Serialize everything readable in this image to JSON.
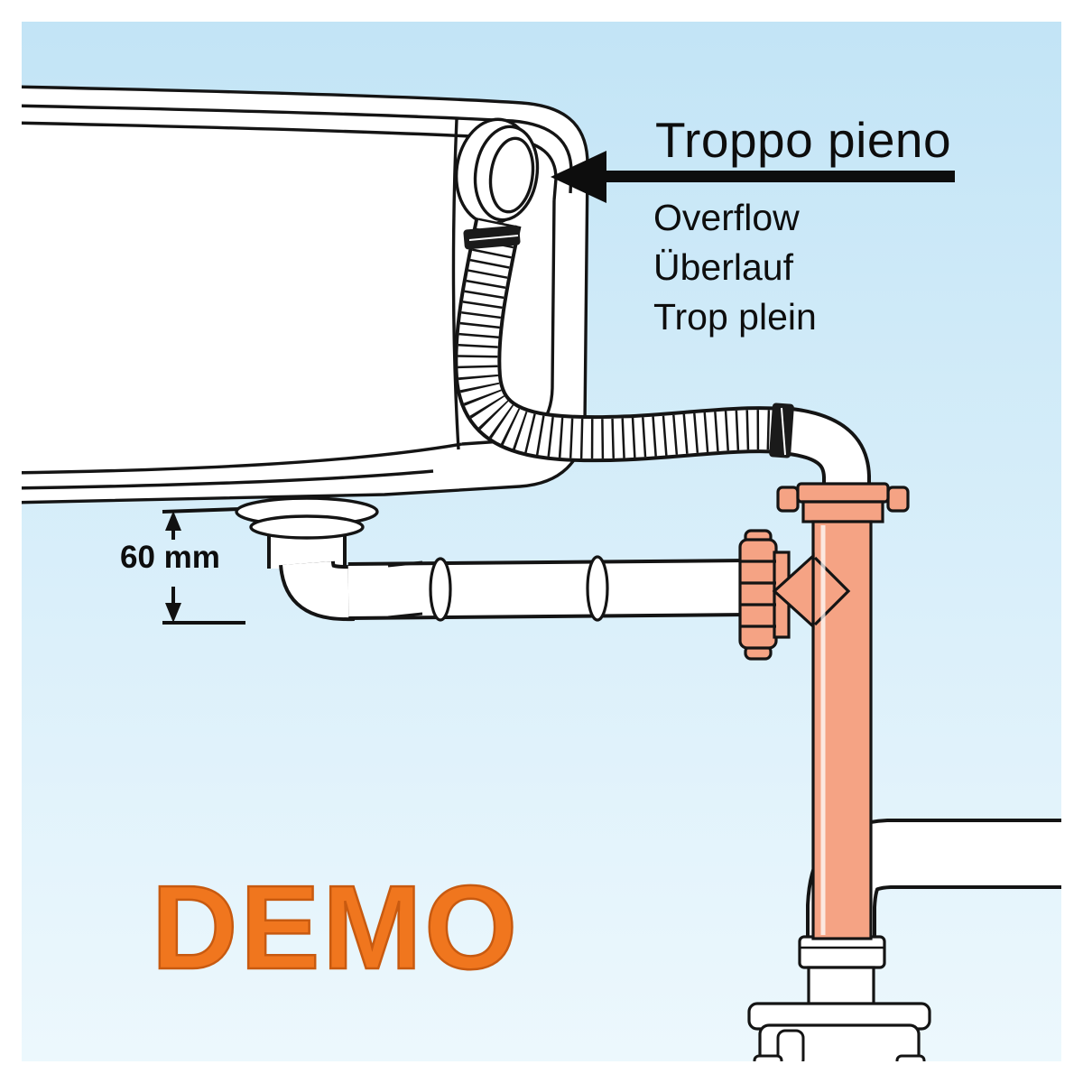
{
  "diagram": {
    "title_label": "Troppo pieno",
    "translations": [
      "Overflow",
      "Überlauf",
      "Trop plein"
    ],
    "dimension_label": "60 mm",
    "watermark": "DEMO"
  },
  "colors": {
    "pipe_orange": "#F5A384",
    "demo_orange": "#F0761E",
    "demo_outline": "#C85A10",
    "line": "#141414",
    "bg_top": "#C2E4F6",
    "bg_bottom": "#EDF8FD",
    "frame": "#FFFFFF"
  },
  "icons": [
    "left-arrow-icon",
    "dimension-extent-icon",
    "corrugated-hose",
    "overflow-fitting"
  ]
}
